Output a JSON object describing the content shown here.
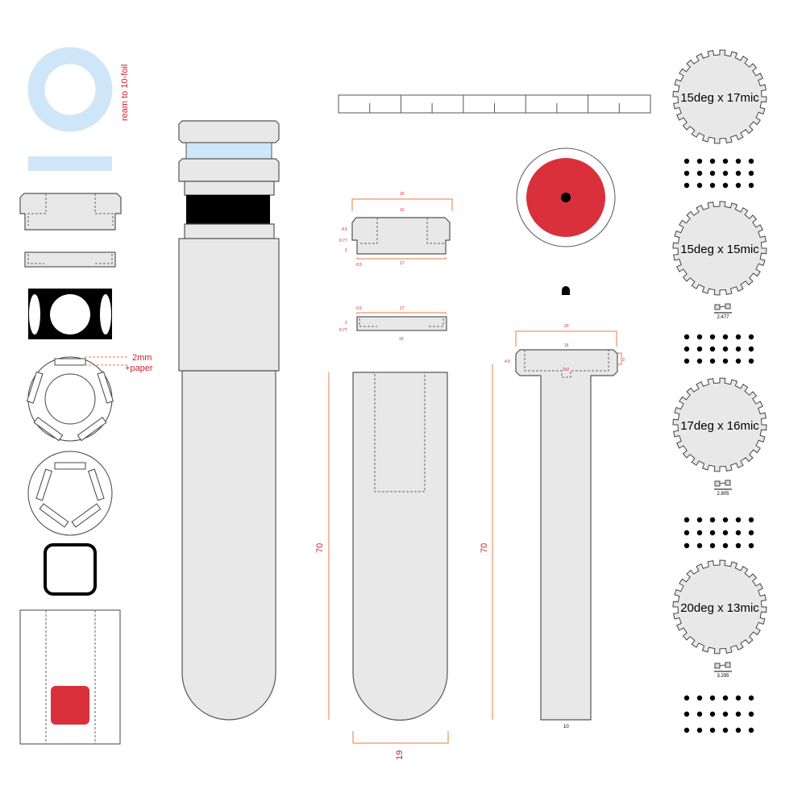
{
  "labels": {
    "ream_note": "ream to 10-foil",
    "gap_note_1": "2mm",
    "gap_note_2": "+paper",
    "length_middle": "70",
    "length_right": "70",
    "width_bottom": "19",
    "cap_width": "20",
    "cap_inner": "10",
    "cap_h1": "4.5",
    "cap_h2": "0.77",
    "cap_h3": "2",
    "cap_lip": "0.5",
    "cap_base": "17",
    "plate_lip": "0.5",
    "plate_width": "17",
    "plate_h1": "2",
    "plate_h2": "0.77",
    "plate_bottom": "10",
    "t_width": "20",
    "t_inner": "16",
    "t_h": "4.5",
    "t_slot": "2x2",
    "t_side": "3",
    "t_bottom": "10"
  },
  "gears": [
    {
      "label": "15deg x 17mic",
      "measure": ""
    },
    {
      "label": "15deg x 15mic",
      "measure": "2.477"
    },
    {
      "label": "17deg x 16mic",
      "measure": "2.805"
    },
    {
      "label": "20deg x 13mic",
      "measure": "3.295"
    }
  ],
  "colors": {
    "blue": "#cfe6f8",
    "red": "#d9303b",
    "gray": "#e8e8e8"
  }
}
